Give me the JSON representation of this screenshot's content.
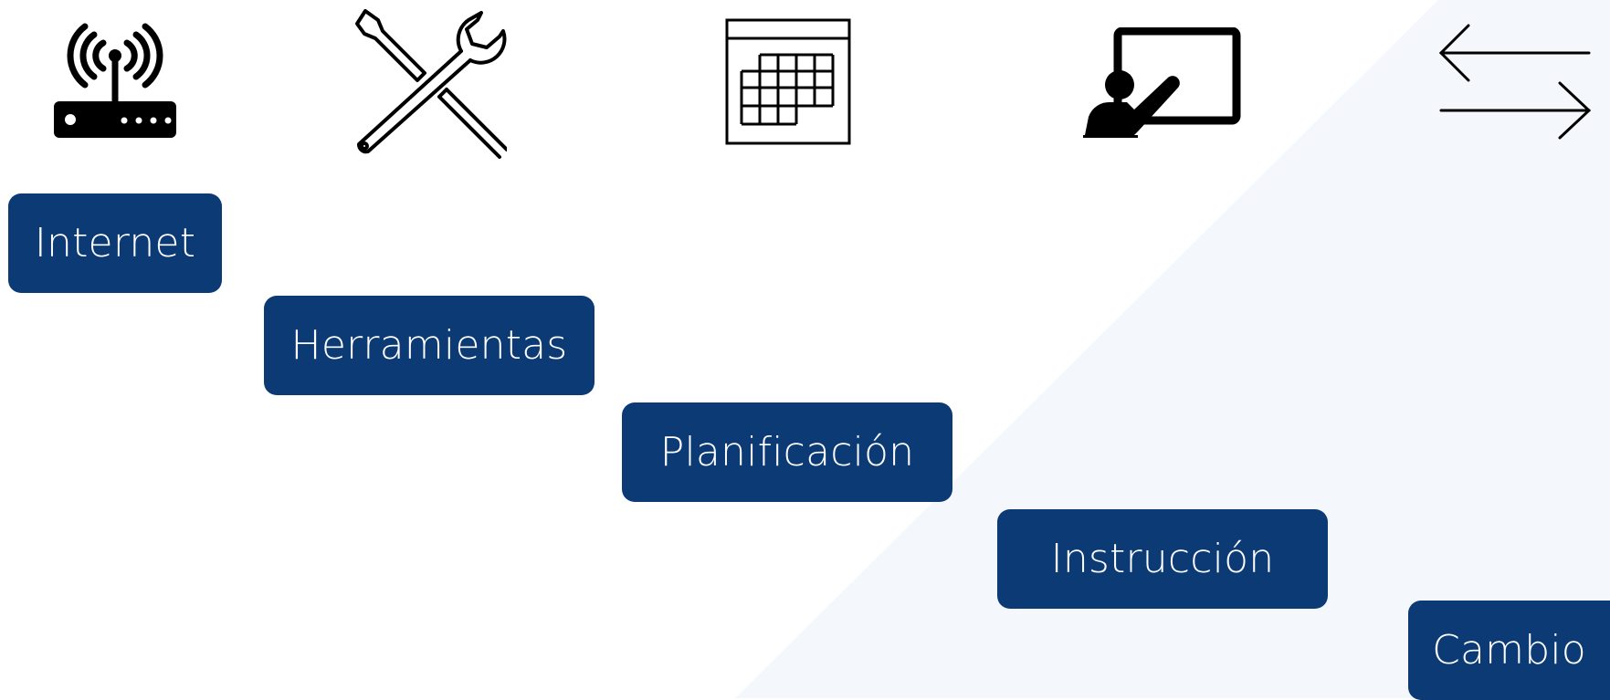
{
  "colors": {
    "step_fill": "#0b3a75",
    "step_text": "#ffffff",
    "background": "#ffffff",
    "diagonal_panel": "#f4f7fc",
    "icon_color": "#000000"
  },
  "steps": [
    {
      "label": "Internet",
      "icon": "wifi-router-icon"
    },
    {
      "label": "Herramientas",
      "icon": "tools-icon"
    },
    {
      "label": "Planificación",
      "icon": "calendar-icon"
    },
    {
      "label": "Instrucción",
      "icon": "presentation-icon"
    },
    {
      "label": "Cambio",
      "icon": "exchange-arrows-icon"
    }
  ]
}
